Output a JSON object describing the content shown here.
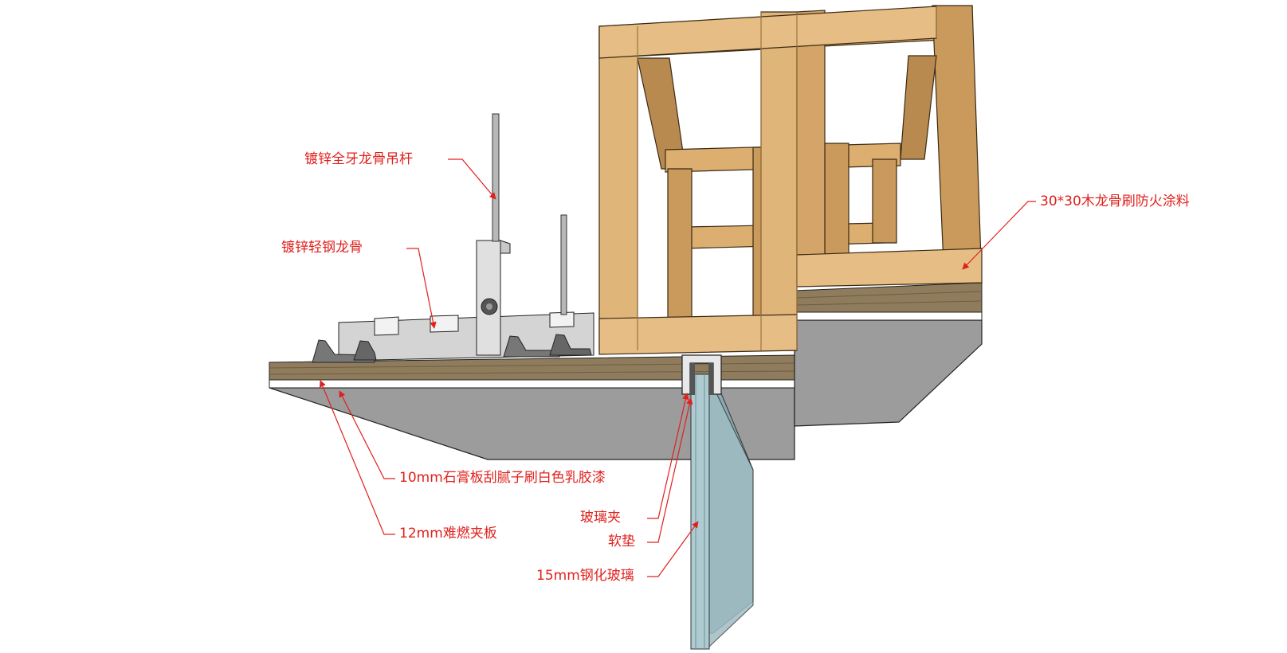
{
  "labels": {
    "hanger_rod": "镀锌全牙龙骨吊杆",
    "light_steel_keel": "镀锌轻钢龙骨",
    "wood_keel": "30*30木龙骨刷防火涂料",
    "gypsum_board": "10mm石膏板刮腻子刷白色乳胶漆",
    "glass_clip": "玻璃夹",
    "soft_pad": "软垫",
    "fire_plywood": "12mm难燃夹板",
    "tempered_glass": "15mm钢化玻璃"
  },
  "colors": {
    "annotation": "#e0201c",
    "wood": "#d9a86a",
    "wood_dark": "#b98a4f",
    "gypsum_face": "#9a9a9a",
    "plywood": "#8c7a5e",
    "steel": "#d0d0d0",
    "glass": "#a9c3c9",
    "outline": "#222222"
  }
}
